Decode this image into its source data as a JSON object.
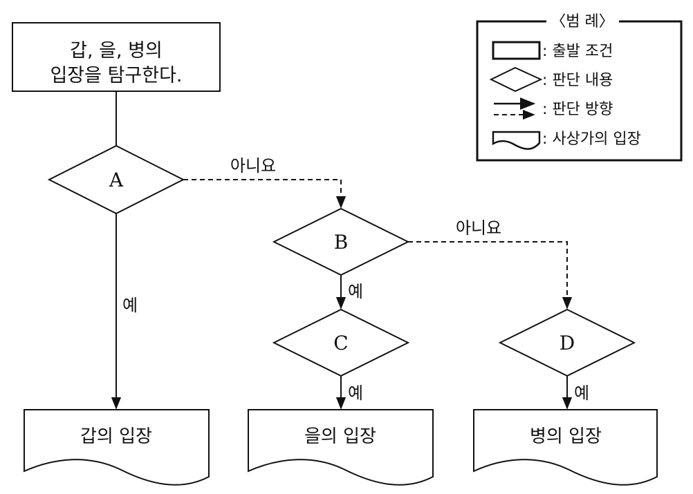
{
  "start": {
    "line1": "갑, 을, 병의",
    "line2": "입장을 탐구한다."
  },
  "decisions": {
    "a": "A",
    "b": "B",
    "c": "C",
    "d": "D"
  },
  "edges": {
    "a_no": "아니요",
    "a_yes": "예",
    "b_no": "아니요",
    "b_yes": "예",
    "c_yes": "예",
    "d_yes": "예"
  },
  "outcomes": {
    "gap": "갑의 입장",
    "eul": "을의 입장",
    "byeong": "병의 입장"
  },
  "legend": {
    "title": "〈범 례〉",
    "items": [
      {
        "label": ": 출발 조건"
      },
      {
        "label": ": 판단 내용"
      },
      {
        "label": ": 판단 방향"
      },
      {
        "label": ": 사상가의 입장"
      }
    ]
  }
}
